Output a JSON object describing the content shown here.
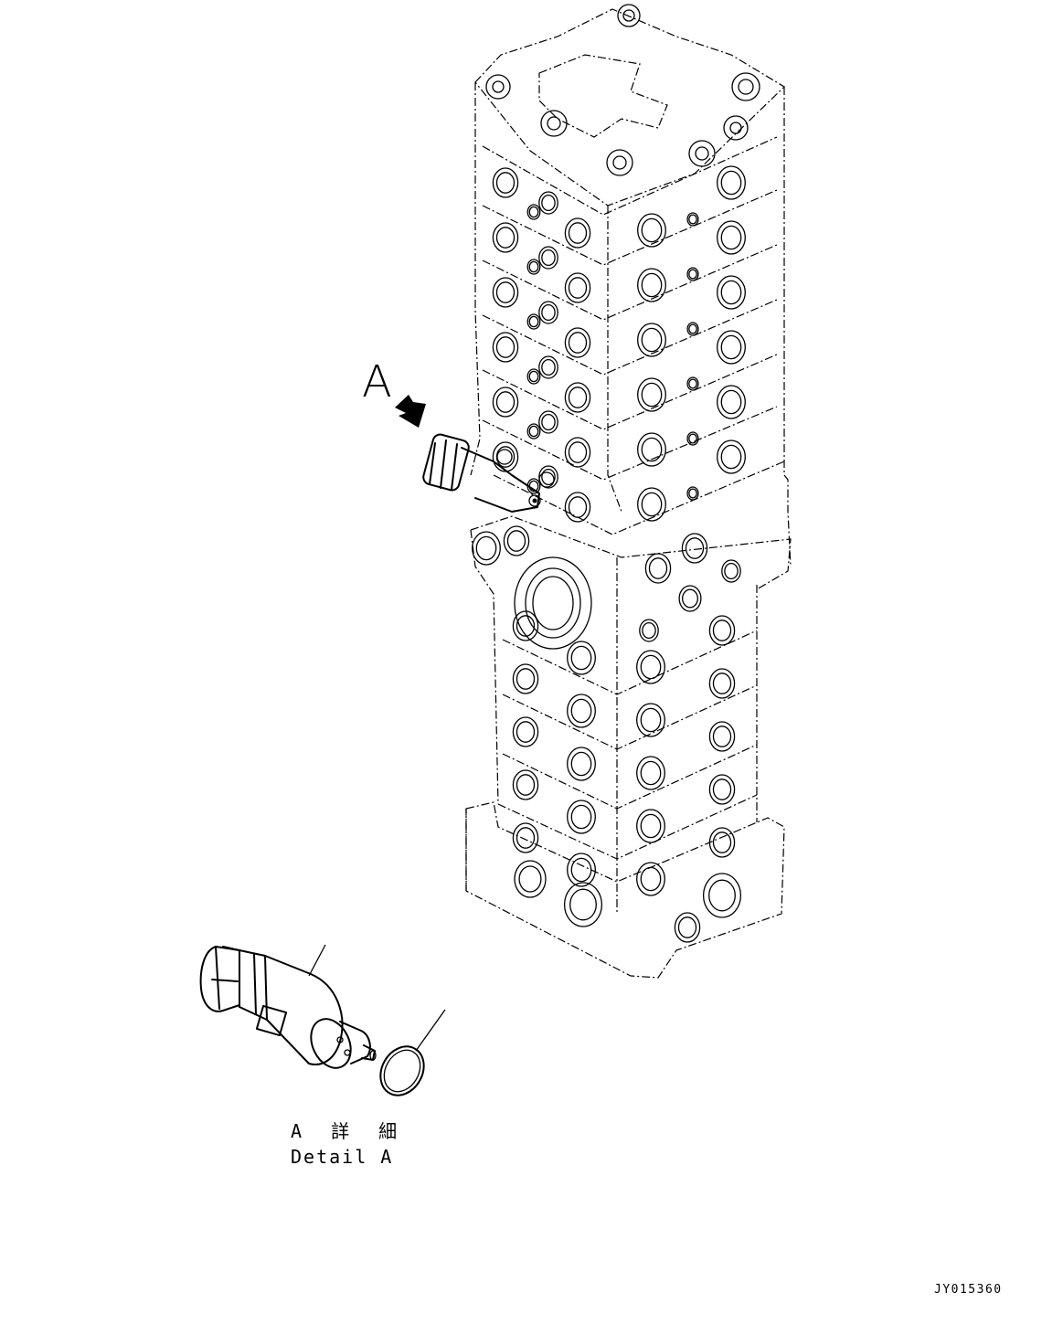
{
  "labels": {
    "view_marker": "A",
    "detail_title_jp": "A 詳 細",
    "detail_title_en": "Detail A",
    "drawing_code": "JY015360"
  },
  "colors": {
    "line": "#000000",
    "background": "#ffffff"
  },
  "icons": {
    "view_arrow": "arrow-down-right-icon"
  }
}
